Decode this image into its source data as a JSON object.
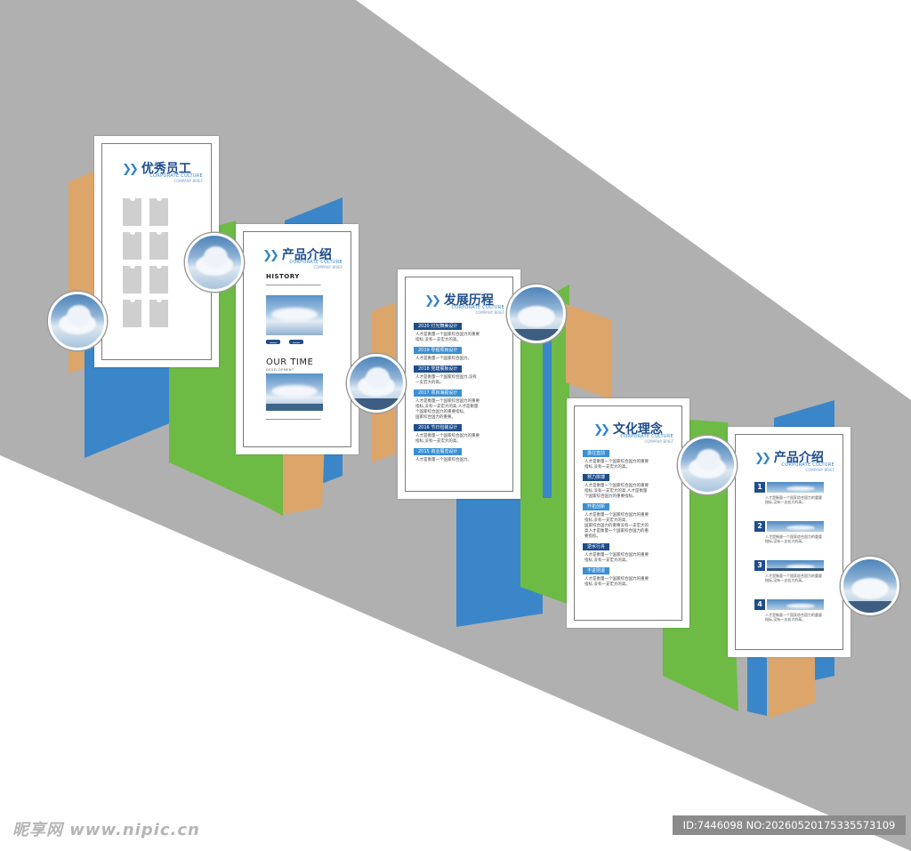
{
  "panels": {
    "p1": {
      "title": "优秀员工",
      "sub1": "CORPORATE CULTURE",
      "sub2": "COMPANY BRIEF"
    },
    "p2": {
      "title": "产品介绍",
      "sub1": "CORPORATE CULTURE",
      "sub2": "COMPANY BRIEF",
      "history": "HISTORY",
      "our_time": "OUR TIME",
      "development": "DEVELOPMENT"
    },
    "p3": {
      "title": "发展历程",
      "sub1": "CORPORATE CULTURE",
      "sub2": "COMPANY BRIEF",
      "items": [
        {
          "tag": "2020 灯光舞美设计",
          "lines": [
            "人才是衡量一个国家综合国力的重要",
            "指标,没有一支宏大的高。"
          ]
        },
        {
          "tag": "2019 导视项目设计",
          "lines": [
            "人才是衡量一个国家综合国力。"
          ]
        },
        {
          "tag": "2018 党建展板设计",
          "lines": [
            "人才是衡量一个国家综合国力,没有",
            "一支宏大的高。"
          ]
        },
        {
          "tag": "2017 项目海报设计",
          "lines": [
            "人才是衡量一个国家综合国力的重要",
            "指标,没有一支宏大的高,人才是衡量",
            "个国家综合国力的重要指标,",
            "国家综合国力的重要。"
          ]
        },
        {
          "tag": "2016 节日包装设计",
          "lines": [
            "人才是衡量一个国家综合国力的重要",
            "指标,没有一支宏大的高。"
          ]
        },
        {
          "tag": "2015 商业展览设计",
          "lines": [
            "人才是衡量一个国家综合国力。"
          ]
        }
      ]
    },
    "p4": {
      "title": "文化理念",
      "sub1": "CORPORATE CULTURE",
      "sub2": "COMPANY BRIEF",
      "items": [
        {
          "tag": "勇往直前",
          "lines": [
            "人才是衡量一个国家综合国力的重要",
            "指标,没有一支宏大的高。"
          ]
        },
        {
          "tag": "努力拼搏",
          "lines": [
            "人才是衡量一个国家综合国力的重要",
            "指标,没有一支宏大的高,人才是衡量",
            "个国家综合国力的重要指标。"
          ]
        },
        {
          "tag": "开拓创新",
          "lines": [
            "人才是衡量一个国家综合国力的重要",
            "指标,没有一支宏大的高,",
            "国家综合国力的重要没有一支宏大的",
            "高人才是衡量一个国家综合国力的重",
            "要指标。"
          ]
        },
        {
          "tag": "逆水行舟",
          "lines": [
            "人才是衡量一个国家综合国力的重要",
            "指标,没有一支宏大的高。"
          ]
        },
        {
          "tag": "不进则退",
          "lines": [
            "人才是衡量一个国家综合国力的重要",
            "指标,没有一支宏大的高。"
          ]
        }
      ]
    },
    "p5": {
      "title": "产品介绍",
      "sub1": "CORPORATE CULTURE",
      "sub2": "COMPANY BRIEF",
      "items": [
        {
          "num": "1",
          "lines": [
            "人才是衡量一个国家综合国力的重要",
            "指标,没有一支宏大的高。"
          ]
        },
        {
          "num": "2",
          "lines": [
            "人才是衡量一个国家综合国力的重要",
            "指标,没有一支宏大的高。"
          ]
        },
        {
          "num": "3",
          "lines": [
            "人才是衡量一个国家综合国力的重要",
            "指标,没有一支宏大的高。"
          ]
        },
        {
          "num": "4",
          "lines": [
            "人才是衡量一个国家综合国力的重要",
            "指标,没有一支宏大的高。"
          ]
        }
      ]
    }
  },
  "watermark": {
    "left": "昵享网 www.nipic.cn",
    "id": "ID:7446098 NO:20260520175335573109"
  },
  "colors": {
    "wall": "#b0b0b0",
    "blue": "#3a86c8",
    "green": "#6dbb45",
    "orange": "#dca56a",
    "navy": "#1e4d8c"
  }
}
